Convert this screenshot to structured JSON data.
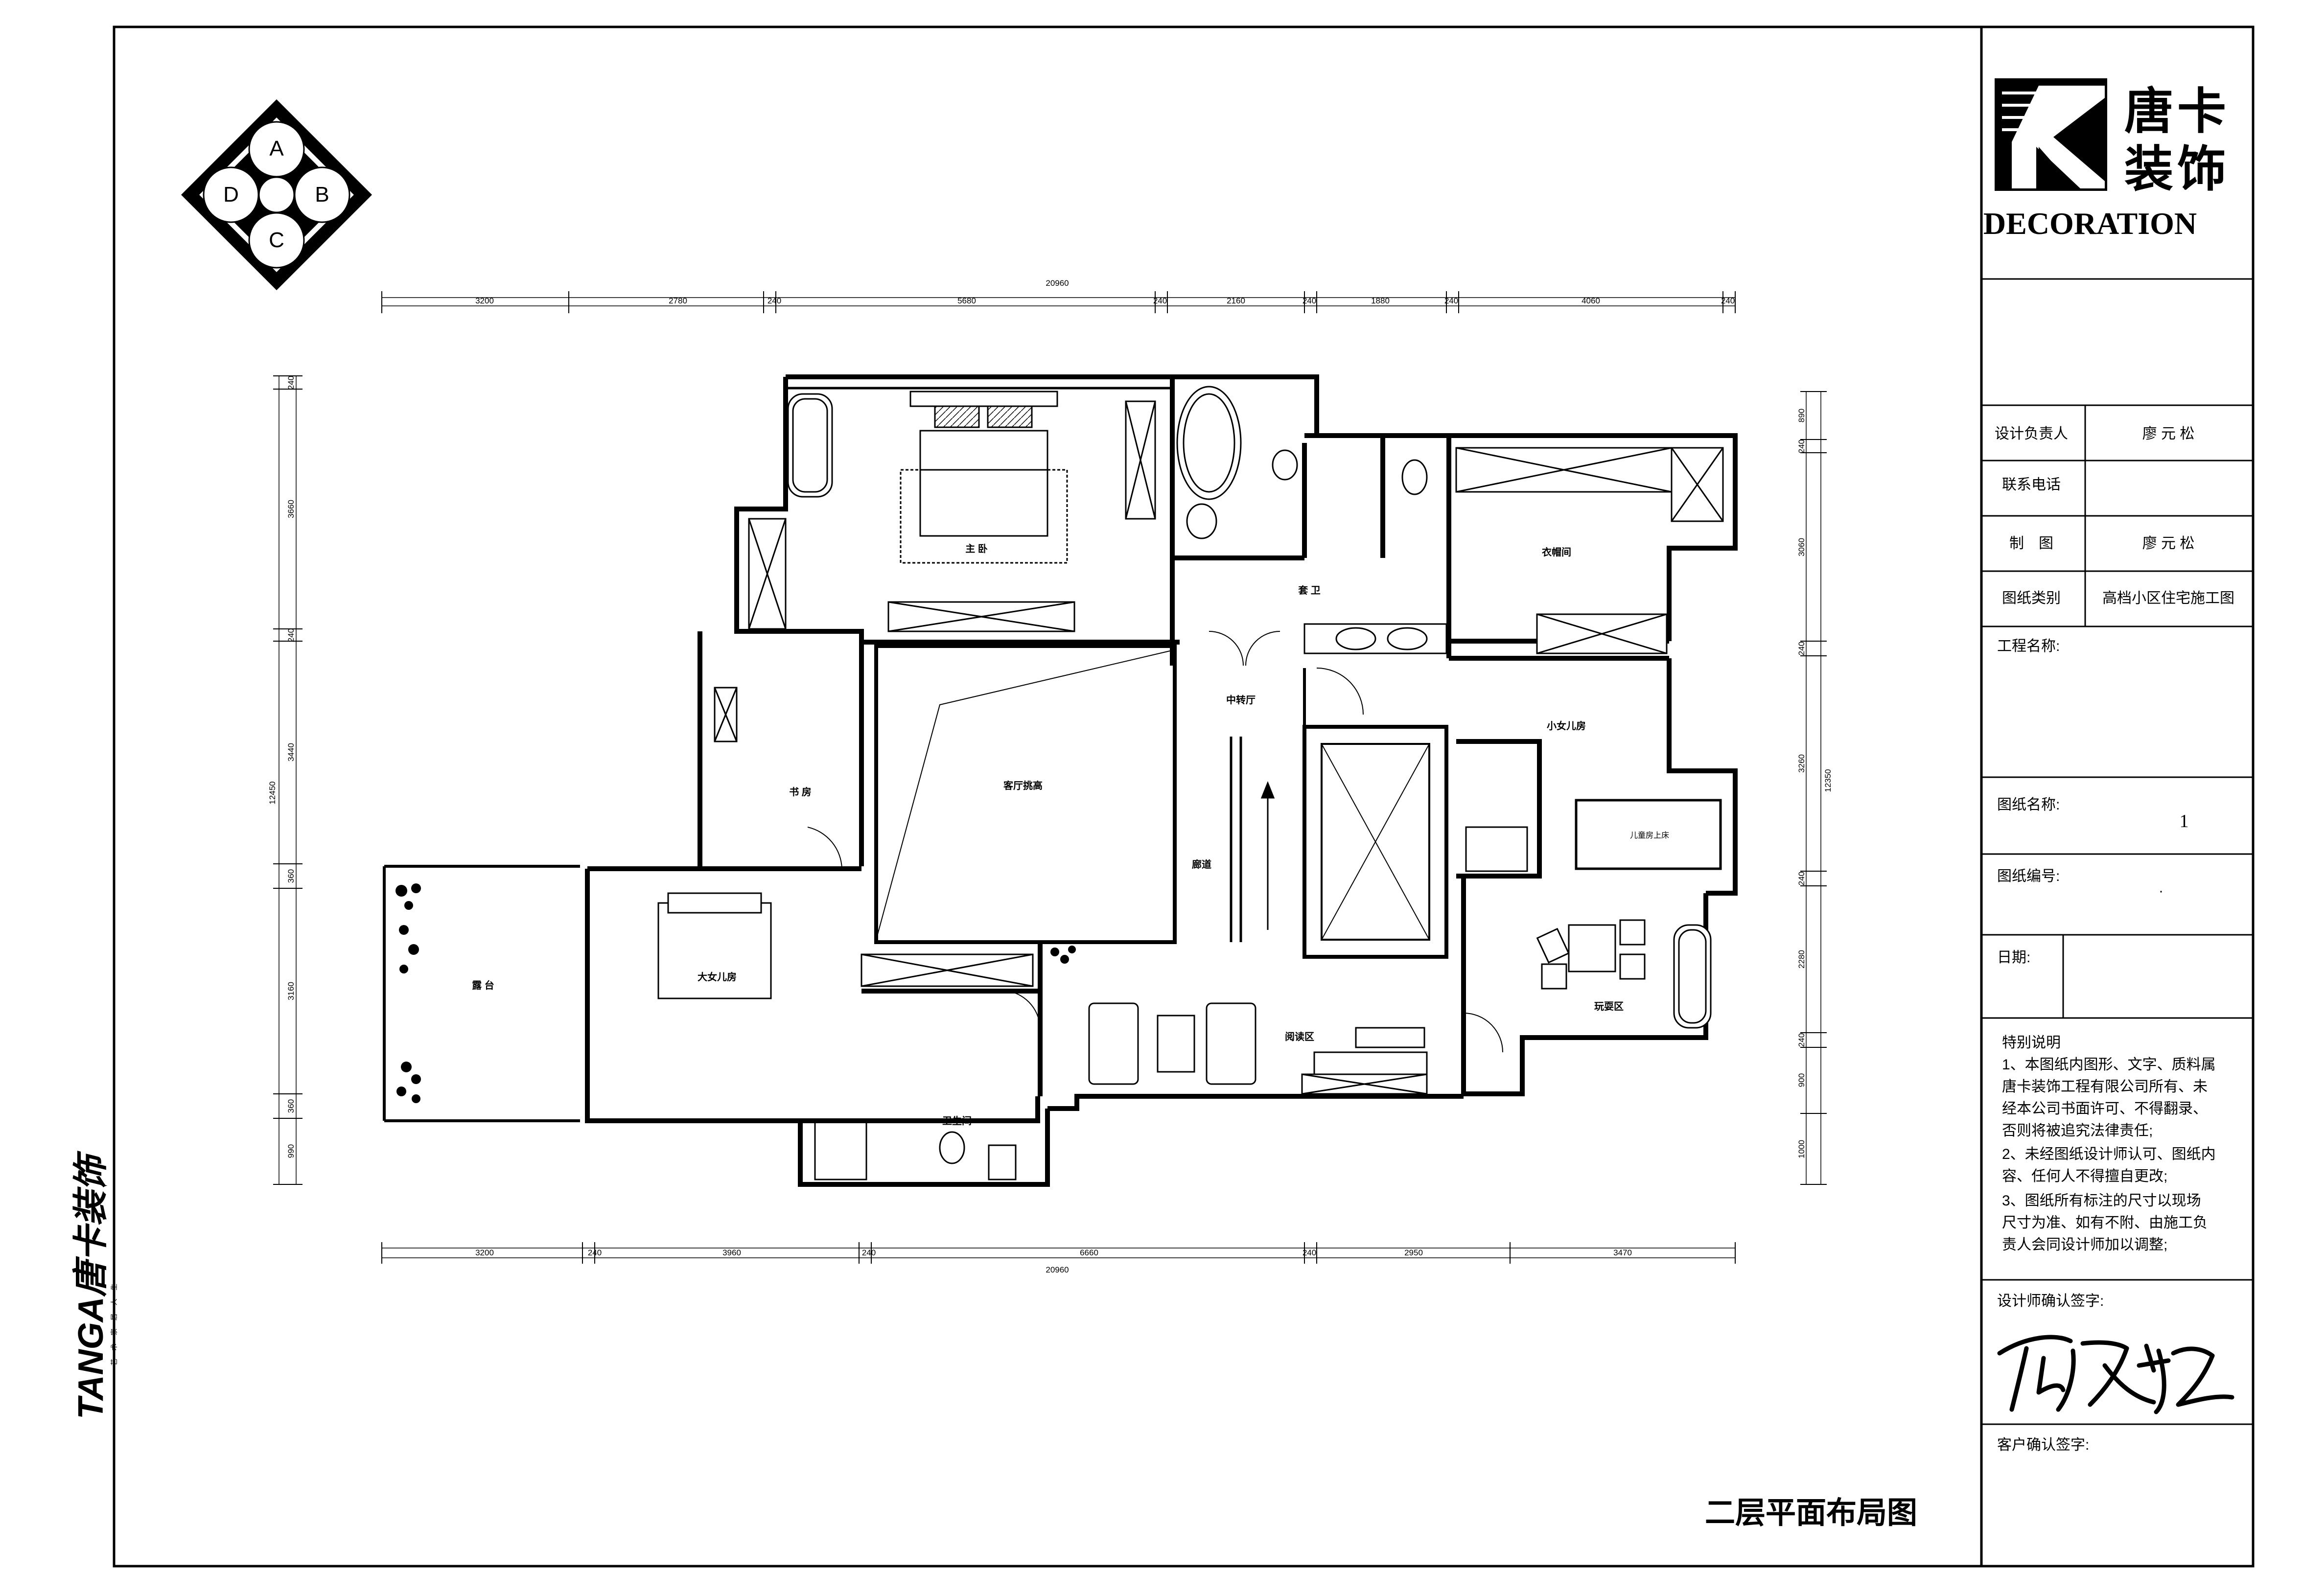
{
  "compass": {
    "a": "A",
    "b": "B",
    "c": "C",
    "d": "D"
  },
  "logo": {
    "line1": "唐卡",
    "line2": "装饰",
    "word": "DECORATION"
  },
  "side_brand": {
    "name": "TANGA唐卡装饰",
    "slogan": "艺·术·家·居·人·生"
  },
  "drawing_title": "二层平面布局图",
  "rooms": {
    "master": "主 卧",
    "bath_main": "套 卫",
    "cloak": "衣帽间",
    "transfer": "中转厅",
    "living_high": "客厅挑高",
    "study": "书 房",
    "corridor": "廊道",
    "small_girl": "小女儿房",
    "kid_bed": "儿童房上床",
    "elder_girl": "大女儿房",
    "terrace": "露 台",
    "reading": "阅读区",
    "play": "玩耍区",
    "toilet": "卫生间"
  },
  "dimensions": {
    "top_total": "20960",
    "top": [
      "3200",
      "2780",
      "240",
      "5680",
      "240",
      "2160",
      "240",
      "1880",
      "240",
      "4060",
      "240"
    ],
    "bottom_total": "20960",
    "bottom": [
      "3200",
      "240",
      "3960",
      "240",
      "6660",
      "240",
      "2950",
      "3470"
    ],
    "left_total": "12450",
    "left": [
      "240",
      "3660",
      "240",
      "3440",
      "360",
      "3160",
      "360",
      "990"
    ],
    "right_total": "12350",
    "right": [
      "890",
      "240",
      "3060",
      "240",
      "3260",
      "240",
      "2280",
      "240",
      "900",
      "1000"
    ]
  },
  "title_block": {
    "designer_label": "设计负责人",
    "designer_value": "廖 元 松",
    "phone_label": "联系电话",
    "phone_value": "",
    "drawn_label": "制　图",
    "drawn_value": "廖 元 松",
    "category_label": "图纸类别",
    "category_value": "高档小区住宅施工图",
    "project_label": "工程名称:",
    "drawing_name_label": "图纸名称:",
    "drawing_name_value": "1",
    "drawing_no_label": "图纸编号:",
    "drawing_no_value": "·",
    "date_label": "日期:",
    "notes_title": "特别说明",
    "notes": [
      "1、本图纸内图形、文字、质料属",
      "唐卡装饰工程有限公司所有、未",
      "经本公司书面许可、不得翻录、",
      "否则将被追究法律责任;",
      "2、未经图纸设计师认可、图纸内",
      "容、任何人不得擅自更改;",
      "3、图纸所有标注的尺寸以现场",
      "尺寸为准、如有不附、由施工负",
      "责人会同设计师加以调整;"
    ],
    "designer_sign_label": "设计师确认签字:",
    "client_sign_label": "客户确认签字:"
  }
}
